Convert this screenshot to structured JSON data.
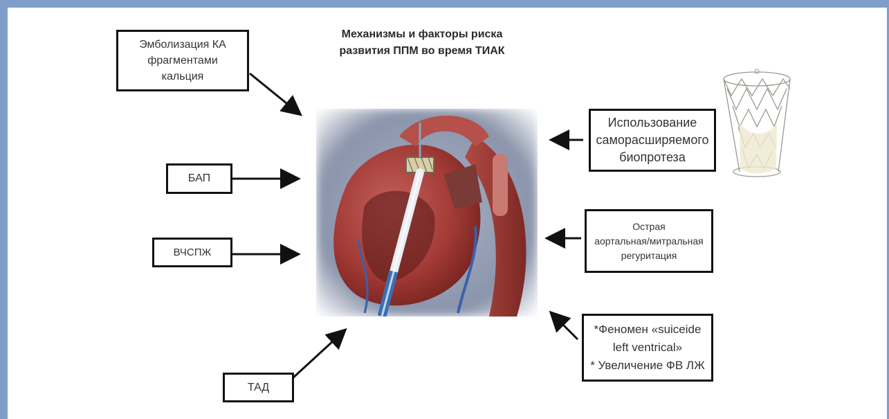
{
  "title": {
    "line1": "Механизмы и факторы риска",
    "line2": "развития ППМ во время ТИАК"
  },
  "boxes": {
    "embolization": "Эмболизация КА\nфрагментами\nкальция",
    "bap": "БАП",
    "vchspzh": "ВЧСПЖ",
    "tad": "ТАД",
    "self_expanding": "Использование\nсаморасширяемого\nбиопротеза",
    "acute_regurg": "Острая\nаортальная/митральная\nрегуритация",
    "phenomenon": "*Феномен «suiceide\nleft ventrical»\n* Увеличение ФВ ЛЖ"
  },
  "colors": {
    "frame": "#7f9dc9",
    "box_border": "#111111",
    "arrow": "#111111"
  },
  "images": {
    "heart": "heart-illustration",
    "valve": "self-expanding-valve-stent"
  }
}
